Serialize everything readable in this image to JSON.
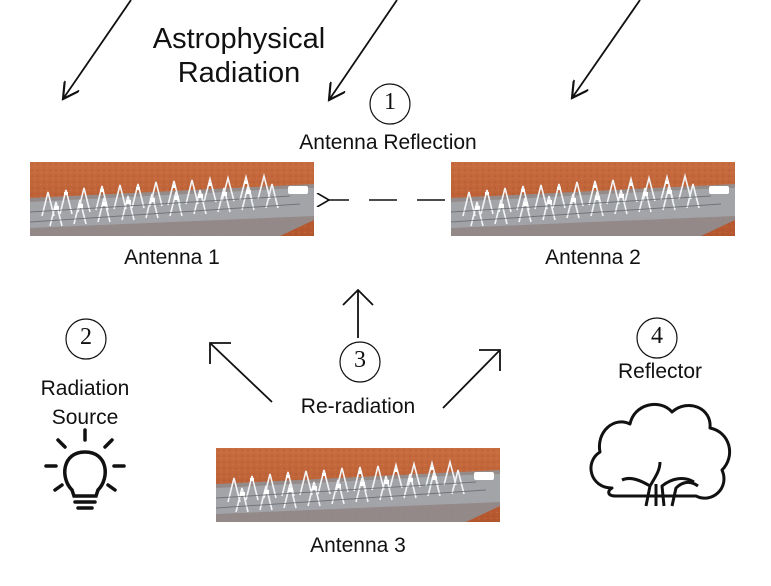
{
  "title_lines": [
    "Astrophysical",
    "Radiation"
  ],
  "steps": [
    {
      "number": "1",
      "label": "Antenna Reflection"
    },
    {
      "number": "2",
      "label_lines": [
        "Radiation",
        "Source"
      ]
    },
    {
      "number": "3",
      "label": "Re-radiation"
    },
    {
      "number": "4",
      "label": "Reflector"
    }
  ],
  "antennas": [
    "Antenna 1",
    "Antenna 2",
    "Antenna 3"
  ],
  "colors": {
    "stroke": "#111111",
    "ground": "#c0643a",
    "ground_dark": "#a74f2a",
    "mesh": "#8a8f95",
    "frame": "#e8ecf0"
  },
  "icons": {
    "radiation_source": "lightbulb-icon",
    "reflector": "tree-icon"
  }
}
